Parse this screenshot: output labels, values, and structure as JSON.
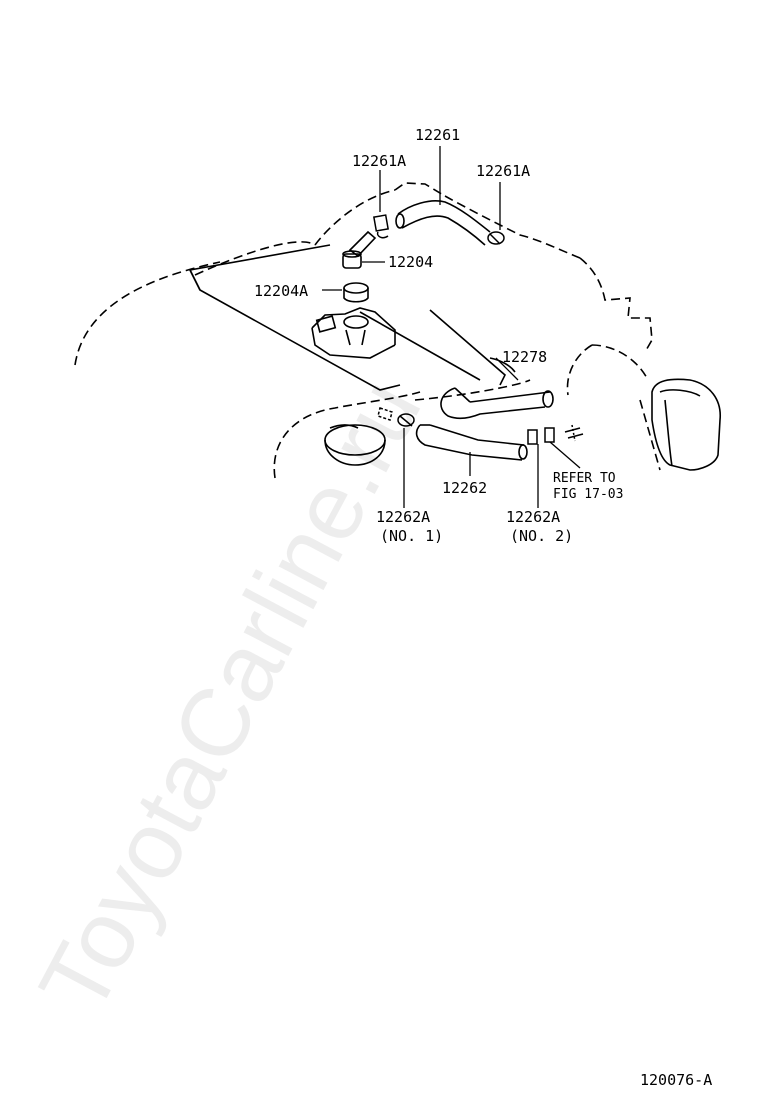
{
  "diagram": {
    "figure_id": "120076-A",
    "watermark": "ToyotaCarline.ru",
    "parts": [
      {
        "id": "12261",
        "text": "12261"
      },
      {
        "id": "12261A-left",
        "text": "12261A"
      },
      {
        "id": "12261A-right",
        "text": "12261A"
      },
      {
        "id": "12204",
        "text": "12204"
      },
      {
        "id": "12204A",
        "text": "12204A"
      },
      {
        "id": "12278",
        "text": "12278"
      },
      {
        "id": "12262",
        "text": "12262"
      },
      {
        "id": "12262A-1",
        "text": "12262A",
        "sub": "(NO. 1)"
      },
      {
        "id": "12262A-2",
        "text": "12262A",
        "sub": "(NO. 2)"
      }
    ],
    "refer_note": {
      "line1": "REFER TO",
      "line2": "FIG 17-03"
    }
  }
}
